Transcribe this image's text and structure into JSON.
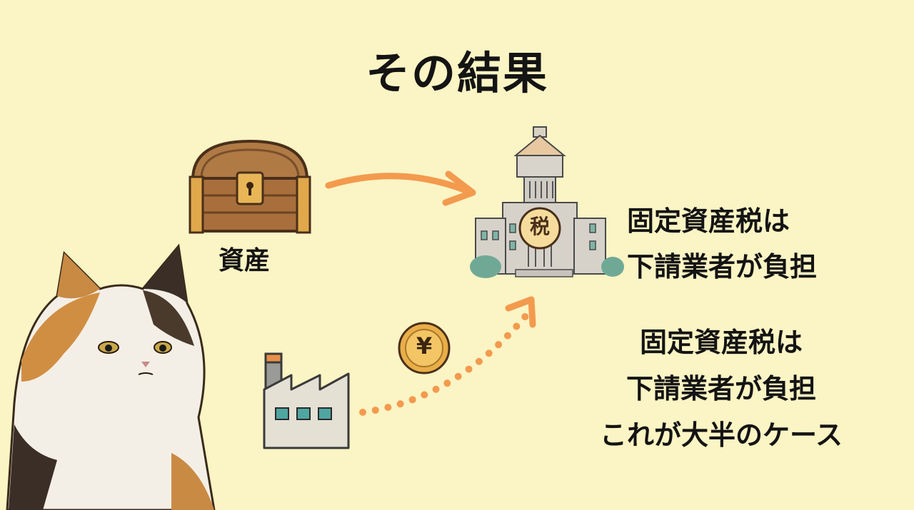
{
  "title": "その結果",
  "asset_label": "資産",
  "building_badge": "税",
  "coin_symbol": "¥",
  "statement_1": [
    "固定資産税は",
    "下請業者が負担"
  ],
  "statement_2": [
    "固定資産税は",
    "下請業者が負担",
    "これが大半のケース"
  ],
  "colors": {
    "background": "#fbf4c4",
    "arrow": "#f39a4e",
    "text": "#141414"
  }
}
